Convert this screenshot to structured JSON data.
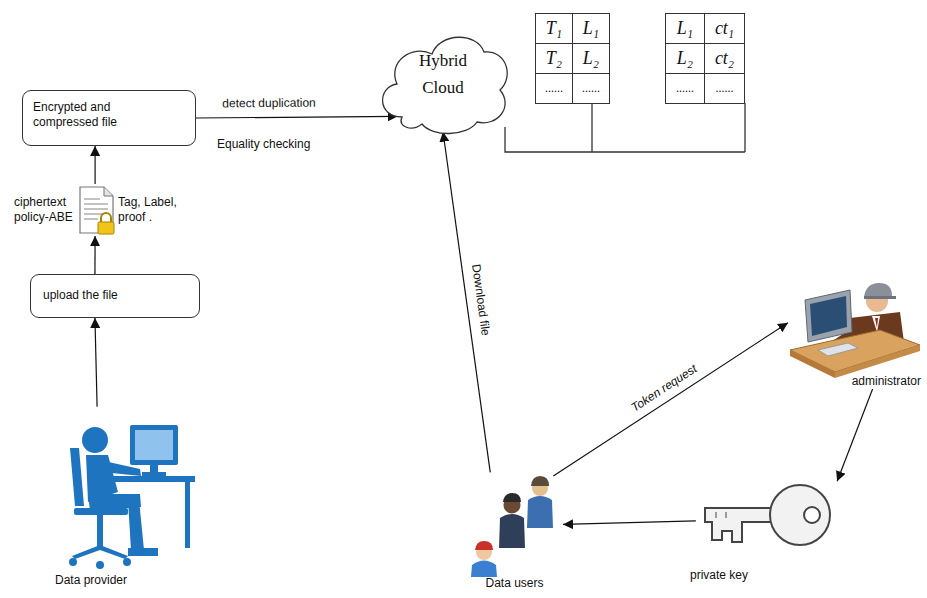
{
  "diagram": {
    "nodes": [
      {
        "text": [
          "Encrypted and compressed file"
        ]
      },
      {
        "text": [
          "Hybrid Cloud"
        ]
      },
      {
        "text": [
          "ciphertext policy-ABE",
          "Tag, Label, proof ."
        ]
      },
      {
        "text": [
          "upload the file"
        ]
      },
      {
        "text": [
          "administrator"
        ]
      },
      {
        "text": [
          "Data users"
        ]
      },
      {
        "text": [
          "private key"
        ]
      },
      {
        "text": [
          "Data provider"
        ]
      }
    ],
    "edges": [
      {
        "from": 7,
        "to": 3,
        "arrow": "to"
      },
      {
        "from": 3,
        "to": 2,
        "arrow": "to"
      },
      {
        "from": 2,
        "to": 0,
        "arrow": "to"
      },
      {
        "from": 0,
        "to": 1,
        "label": "detect duplication",
        "arrow": "to"
      },
      {
        "from": 5,
        "to": 1,
        "label": "Download file",
        "arrow": "to"
      },
      {
        "from": 5,
        "to": 4,
        "label": "Token request",
        "arrow": "to"
      },
      {
        "from": 4,
        "to": 6,
        "arrow": "to"
      },
      {
        "from": 6,
        "to": 5,
        "arrow": "to"
      }
    ],
    "labels": [
      "T₁",
      "L₁",
      "T₂",
      "L₂",
      "......",
      "......",
      "L₁",
      "ct₁",
      "L₂",
      "ct₂",
      "......",
      "......",
      "Equality checking"
    ]
  }
}
